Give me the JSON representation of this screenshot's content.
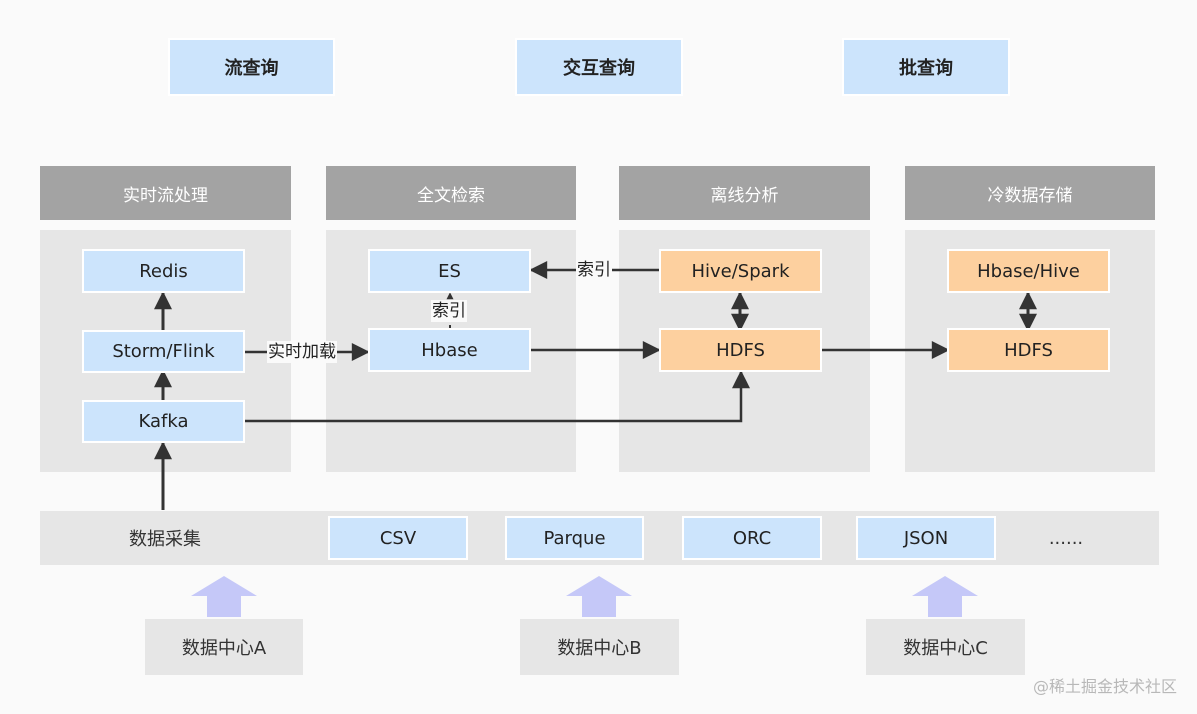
{
  "queries": [
    "流查询",
    "交互查询",
    "批查询"
  ],
  "panels": {
    "realtime": {
      "title": "实时流处理",
      "nodes": [
        "Redis",
        "Storm/Flink",
        "Kafka"
      ]
    },
    "search": {
      "title": "全文检索",
      "nodes": [
        "ES",
        "Hbase"
      ]
    },
    "offline": {
      "title": "离线分析",
      "nodes": [
        "Hive/Spark",
        "HDFS"
      ]
    },
    "cold": {
      "title": "冷数据存储",
      "nodes": [
        "Hbase/Hive",
        "HDFS"
      ]
    }
  },
  "edge_labels": {
    "realtime_load": "实时加载",
    "index_v": "索引",
    "index_h": "索引"
  },
  "collection": {
    "label": "数据采集",
    "formats": [
      "CSV",
      "Parque",
      "ORC",
      "JSON"
    ],
    "more": "......"
  },
  "datacenters": [
    "数据中心A",
    "数据中心B",
    "数据中心C"
  ],
  "watermark": "@稀土掘金技术社区",
  "colors": {
    "blue_box": "#cce4fc",
    "orange_box": "#fdd09f",
    "header": "#a3a3a3",
    "panel": "#e6e6e6",
    "up_arrow": "#c5c8f8",
    "line": "#333333"
  }
}
